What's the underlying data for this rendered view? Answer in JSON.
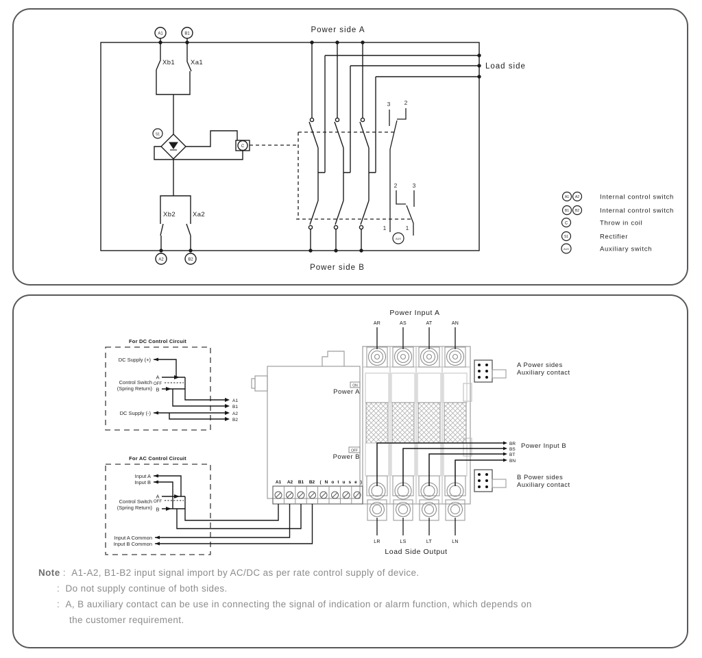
{
  "top_panel": {
    "power_side_a": "Power side A",
    "power_side_b": "Power side B",
    "load_side": "Load side",
    "a1": "A1",
    "b1": "B1",
    "a2": "A2",
    "b2": "B2",
    "xb1": "Xb1",
    "xa1": "Xa1",
    "xb2": "Xb2",
    "xa2": "Xa2",
    "s1": "S1",
    "c": "C",
    "aux": "AUX",
    "aux_nums": {
      "t3": "3",
      "t2": "2",
      "m2": "2",
      "m3": "3",
      "b1": "1",
      "b2": "1"
    },
    "legend": [
      {
        "s1": "A1",
        "s2": "A2",
        "label": "Internal control switch"
      },
      {
        "s1": "B1",
        "s2": "B2",
        "label": "Internal control switch"
      },
      {
        "s": "C",
        "label": "Throw in coil"
      },
      {
        "s": "S1",
        "label": "Rectifier"
      },
      {
        "s": "AUX",
        "label": "Auxiliary switch"
      }
    ]
  },
  "bottom_panel": {
    "power_input_a": "Power Input A",
    "a_terms": [
      "AR",
      "AS",
      "AT",
      "AN"
    ],
    "on_label": "ON",
    "power_a": "Power A",
    "off_label": "OFF",
    "power_b": "Power B",
    "b_terms": [
      "BR",
      "BS",
      "BT",
      "BN"
    ],
    "power_input_b": "Power Input B",
    "aux_a": {
      "line1": "A Power sides",
      "line2": "Auxiliary  contact"
    },
    "aux_b": {
      "line1": "B Power sides",
      "line2": "Auxiliary  contact"
    },
    "strip": {
      "t1": "A1",
      "t2": "A2",
      "t3": "B1",
      "t4": "B2",
      "not_use": "( N o t  u s e )"
    },
    "load_terms": [
      "LR",
      "LS",
      "LT",
      "LN"
    ],
    "load_side_output": "Load Side Output",
    "dc_box": {
      "title": "For DC Control Circuit",
      "supply_pos": "DC Supply (+)",
      "supply_neg": "DC Supply (-)",
      "control_switch": "Control Switch",
      "spring_return": "(Spring Return)",
      "a": "A",
      "off": "OFF",
      "b": "B",
      "out_a1": "A1",
      "out_b1": "B1",
      "out_a2": "A2",
      "out_b2": "B2"
    },
    "ac_box": {
      "title": "For AC Control Circuit",
      "input_a": "Input A",
      "input_b": "Input B",
      "control_switch": "Control Switch",
      "spring_return": "(Spring Return)",
      "a": "A",
      "off": "OFF",
      "b": "B",
      "input_a_common": "Input A Common",
      "input_b_common": "Input B Common"
    },
    "note": {
      "label": "Note",
      "colon": ":",
      "line1": "A1-A2, B1-B2 input signal import by AC/DC as per rate control supply of device.",
      "line2": "Do not supply continue of both sides.",
      "line3": "A, B auxiliary contact can be use in connecting the signal of indication or alarm function, which depends on",
      "line4": "the customer requirement."
    }
  }
}
